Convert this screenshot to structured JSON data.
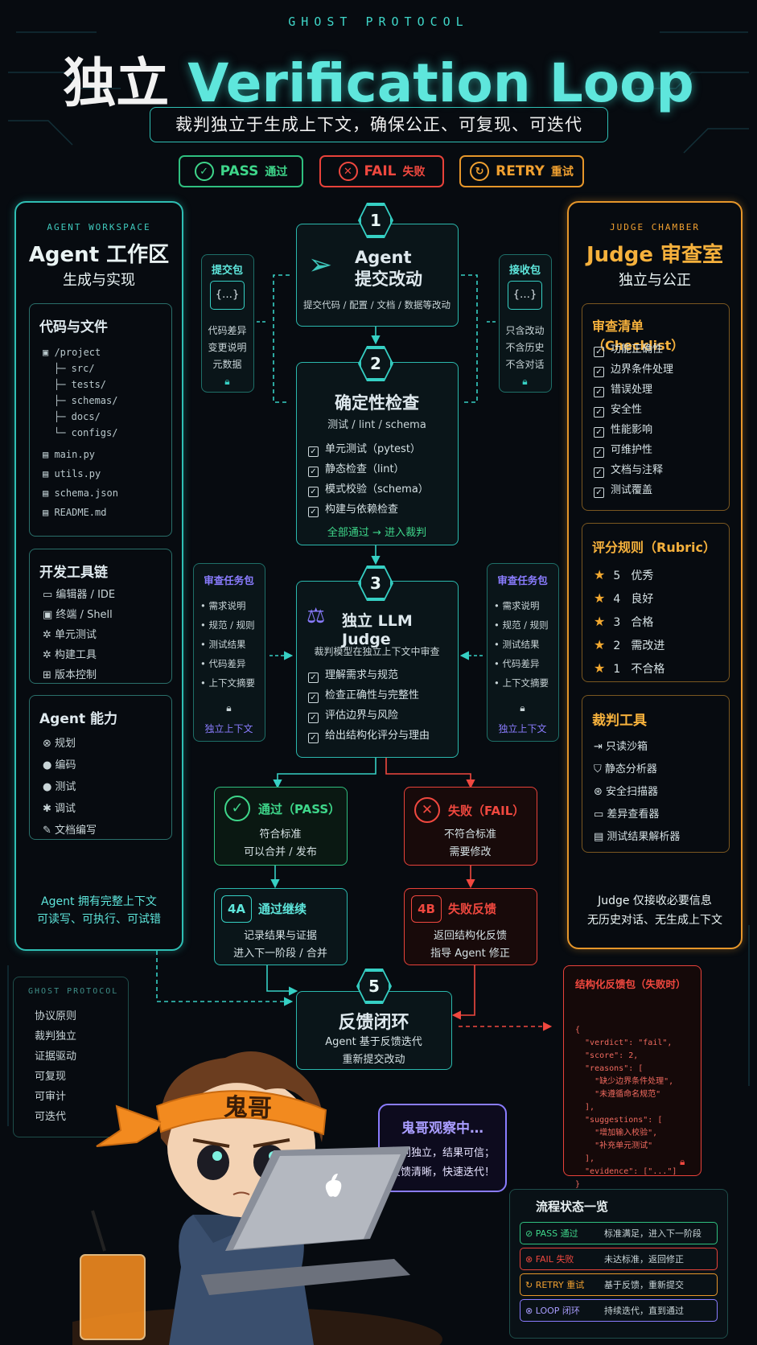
{
  "header": {
    "protocol": "GHOST PROTOCOL",
    "title_cn": "独立",
    "title_en": "Verification Loop",
    "subtitle": "裁判独立于生成上下文，确保公正、可复现、可迭代"
  },
  "legend": {
    "pass": "PASS",
    "pass_cn": "通过",
    "fail": "FAIL",
    "fail_cn": "失败",
    "retry": "RETRY",
    "retry_cn": "重试"
  },
  "left": {
    "tag": "AGENT WORKSPACE",
    "title": "Agent 工作区",
    "subtitle": "生成与实现",
    "files_title": "代码与文件",
    "tree": [
      "/project",
      "├─ src/",
      "├─ tests/",
      "├─ schemas/",
      "├─ docs/",
      "└─ configs/"
    ],
    "files": [
      "main.py",
      "utils.py",
      "schema.json",
      "README.md"
    ],
    "tools_title": "开发工具链",
    "tools": [
      "编辑器 / IDE",
      "终端 / Shell",
      "单元测试",
      "构建工具",
      "版本控制"
    ],
    "abil_title": "Agent 能力",
    "abilities": [
      "规划",
      "编码",
      "测试",
      "调试",
      "文档编写"
    ],
    "foot1": "Agent 拥有完整上下文",
    "foot2": "可读写、可执行、可试错"
  },
  "right": {
    "tag": "JUDGE CHAMBER",
    "title": "Judge 审查室",
    "subtitle": "独立与公正",
    "check_title": "审查清单（Checklist）",
    "checklist": [
      "功能正确性",
      "边界条件处理",
      "错误处理",
      "安全性",
      "性能影响",
      "可维护性",
      "文档与注释",
      "测试覆盖"
    ],
    "rubric_title": "评分规则（Rubric）",
    "rubric": [
      {
        "n": "5",
        "t": "优秀"
      },
      {
        "n": "4",
        "t": "良好"
      },
      {
        "n": "3",
        "t": "合格"
      },
      {
        "n": "2",
        "t": "需改进"
      },
      {
        "n": "1",
        "t": "不合格"
      }
    ],
    "tools_title": "裁判工具",
    "tools": [
      "只读沙箱",
      "静态分析器",
      "安全扫描器",
      "差异查看器",
      "测试结果解析器"
    ],
    "foot1": "Judge 仅接收必要信息",
    "foot2": "无历史对话、无生成上下文"
  },
  "step1": {
    "num": "1",
    "title1": "Agent",
    "title2": "提交改动",
    "desc": "提交代码 / 配置 / 文档 / 数据等改动"
  },
  "submit_pkg": {
    "title": "提交包",
    "icon": "{…}",
    "lines": [
      "代码差异",
      "变更说明",
      "元数据"
    ]
  },
  "recv_pkg": {
    "title": "接收包",
    "icon": "{…}",
    "lines": [
      "只含改动",
      "不含历史",
      "不含对话"
    ]
  },
  "step2": {
    "num": "2",
    "title": "确定性检查",
    "sub": "测试 / lint / schema",
    "items": [
      "单元测试（pytest）",
      "静态检查（lint）",
      "模式校验（schema）",
      "构建与依赖检查"
    ],
    "foot": "全部通过 → 进入裁判"
  },
  "task_pkg": {
    "title": "审查任务包",
    "items": [
      "需求说明",
      "规范 / 规则",
      "测试结果",
      "代码差异",
      "上下文摘要"
    ],
    "foot": "独立上下文"
  },
  "step3": {
    "num": "3",
    "title": "独立 LLM Judge",
    "sub": "裁判模型在独立上下文中审查",
    "items": [
      "理解需求与规范",
      "检查正确性与完整性",
      "评估边界与风险",
      "给出结构化评分与理由"
    ]
  },
  "pass": {
    "title": "通过（PASS）",
    "l1": "符合标准",
    "l2": "可以合并 / 发布"
  },
  "fail": {
    "title": "失败（FAIL）",
    "l1": "不符合标准",
    "l2": "需要修改"
  },
  "s4a": {
    "num": "4A",
    "title": "通过继续",
    "l1": "记录结果与证据",
    "l2": "进入下一阶段 / 合并"
  },
  "s4b": {
    "num": "4B",
    "title": "失败反馈",
    "l1": "返回结构化反馈",
    "l2": "指导 Agent 修正"
  },
  "step5": {
    "num": "5",
    "title": "反馈闭环",
    "l1": "Agent 基于反馈迭代",
    "l2": "重新提交改动"
  },
  "ghost": {
    "title": "GHOST PROTOCOL",
    "items": [
      "协议原则",
      "裁判独立",
      "证据驱动",
      "可复现",
      "可审计",
      "可迭代"
    ]
  },
  "feedback": {
    "title": "结构化反馈包（失败时）",
    "lines": [
      "{",
      "  \"verdict\": \"fail\",",
      "  \"score\": 2,",
      "  \"reasons\": [",
      "    \"缺少边界条件处理\",",
      "    \"未遵循命名规范\"",
      "  ],",
      "  \"suggestions\": [",
      "    \"增加输入校验\",",
      "    \"补充单元测试\"",
      "  ],",
      "  \"evidence\": [\"...\"]",
      "}"
    ]
  },
  "bubble": {
    "title": "鬼哥观察中…",
    "l1": "裁判独立，结果可信；",
    "l2": "反馈清晰，快速迭代！"
  },
  "character": {
    "headband": "鬼哥"
  },
  "status": {
    "title": "流程状态一览",
    "rows": [
      {
        "k": "PASS",
        "c": "通过",
        "d": "标准满足，进入下一阶段"
      },
      {
        "k": "FAIL",
        "c": "失败",
        "d": "未达标准，返回修正"
      },
      {
        "k": "RETRY",
        "c": "重试",
        "d": "基于反馈，重新提交"
      },
      {
        "k": "LOOP",
        "c": "闭环",
        "d": "持续迭代，直到通过"
      }
    ]
  },
  "colors": {
    "teal": "#36d0c4",
    "green": "#3ed68a",
    "red": "#f0483f",
    "orange": "#f0a030",
    "purple": "#8a7cff"
  }
}
